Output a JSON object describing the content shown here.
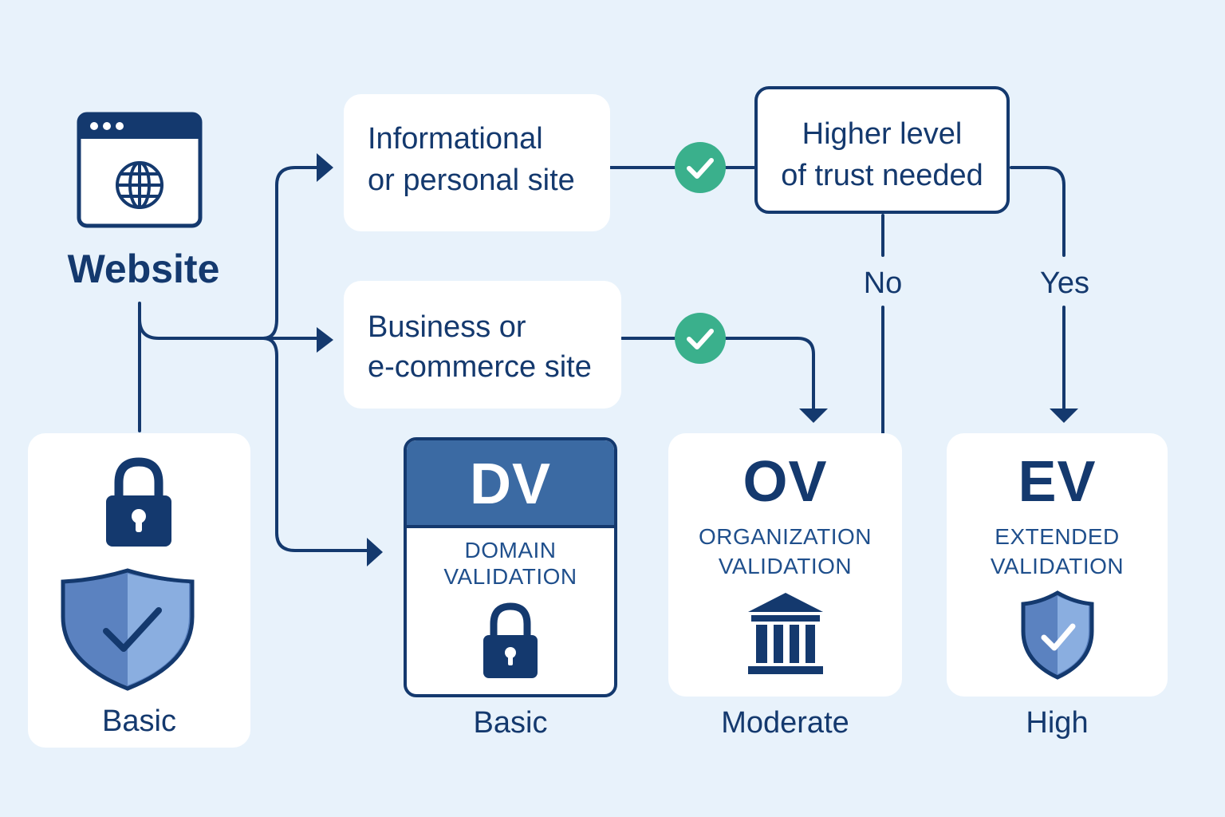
{
  "colors": {
    "background": "#e8f2fb",
    "navy": "#14396e",
    "dv_header": "#3b6aa3",
    "check_green": "#3ab08c"
  },
  "website": {
    "label": "Website",
    "icon": "browser-globe-icon"
  },
  "nodes": {
    "informational": {
      "line1": "Informational",
      "line2": "or personal site"
    },
    "business": {
      "line1": "Business or",
      "line2": "e-commerce site"
    },
    "trust": {
      "line1": "Higher level",
      "line2": "of trust needed"
    }
  },
  "branches": {
    "no": "No",
    "yes": "Yes"
  },
  "certificates": {
    "basic_card": {
      "level": "Basic",
      "icons": [
        "padlock-icon",
        "shield-check-icon"
      ]
    },
    "dv": {
      "abbr": "DV",
      "line1": "DOMAIN",
      "line2": "VALIDATION",
      "level": "Basic",
      "icon": "padlock-icon"
    },
    "ov": {
      "abbr": "OV",
      "line1": "ORGANIZATION",
      "line2": "VALIDATION",
      "level": "Moderate",
      "icon": "bank-building-icon"
    },
    "ev": {
      "abbr": "EV",
      "line1": "EXTENDED",
      "line2": "VALIDATION",
      "level": "High",
      "icon": "shield-check-icon"
    }
  }
}
